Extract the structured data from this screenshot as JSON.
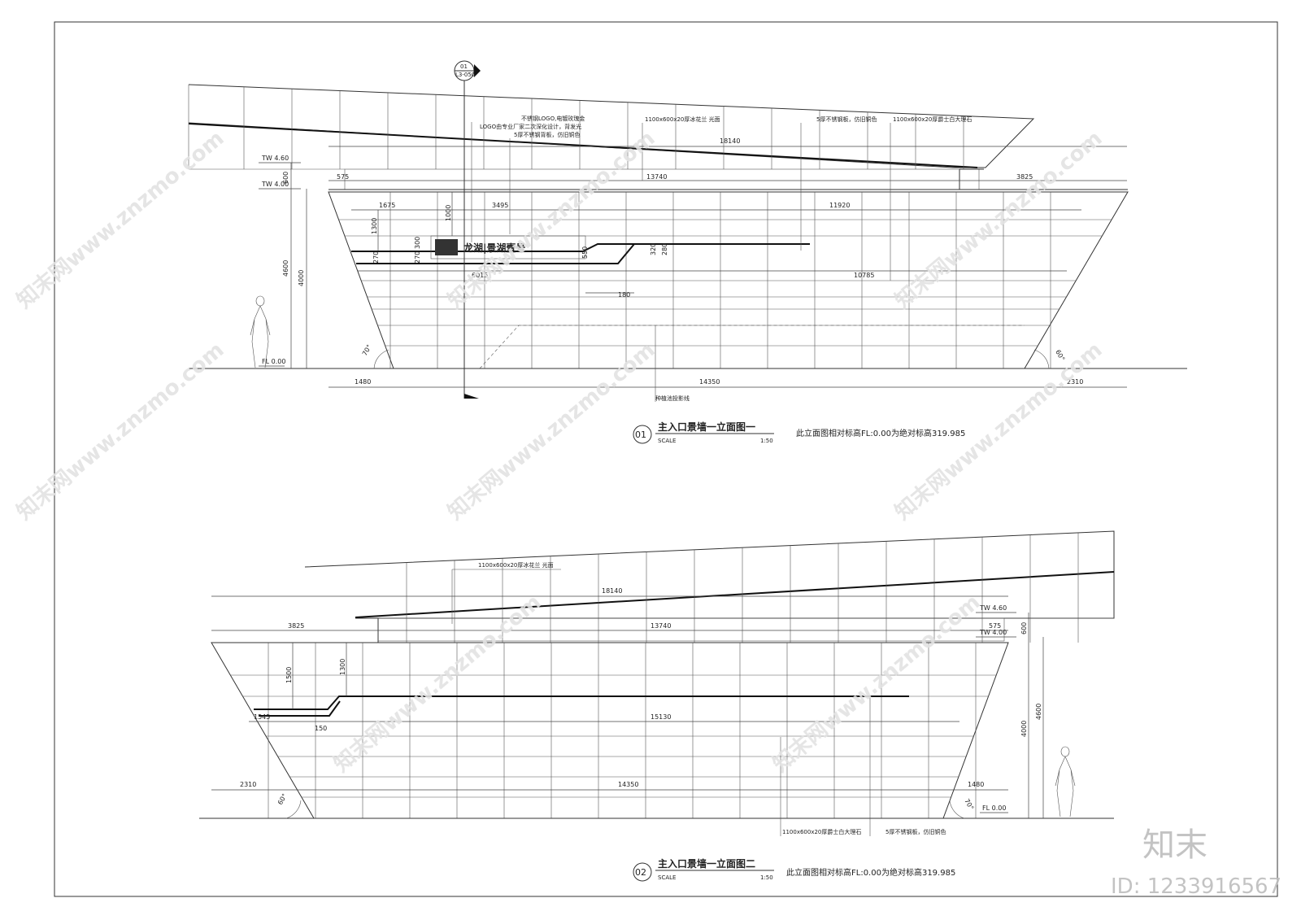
{
  "watermark": {
    "text": "知末网www.znzmo.com",
    "brand": "知末",
    "id_label": "ID: 1233916567"
  },
  "elevation_1": {
    "number": "01",
    "title": "主入口景墙一立面图一",
    "scale_label": "SCALE",
    "scale_value": "1:50",
    "remark": "此立面图相对标高FL:0.00为绝对标高319.985",
    "section_tag": {
      "top": "01",
      "bottom": "L3-050"
    },
    "logo_text": "龙湖|景湖壹号",
    "levels": [
      "TW 4.60",
      "TW 4.00",
      "FL 0.00"
    ],
    "notes": [
      "不锈钢LOGO,电镀玫瑰金",
      "LOGO由专业厂家二次深化设计，背发光",
      "5厚不锈钢背板，仿旧铜色",
      "1100x600x20厚冰花兰 光面",
      "5厚不锈钢板，仿旧铜色",
      "1100x600x20厚爵士白大理石",
      "种植池投影线"
    ],
    "dims": {
      "top_total": "18140",
      "cap": "13740",
      "left_cap": "575",
      "right_cap": "3825",
      "d1675": "1675",
      "d3495": "3495",
      "d11920": "11920",
      "d1300": "1300",
      "d1000": "1000",
      "d270a": "270",
      "d270b": "270",
      "d300": "300",
      "d550": "550",
      "d320": "320",
      "d280": "280",
      "d6015": "6015",
      "d10785": "10785",
      "d180": "180",
      "h600": "600",
      "h4600": "4600",
      "h4000": "4000",
      "bottom_left": "1480",
      "bottom_mid": "14350",
      "bottom_right": "2310",
      "angle_left": "70°",
      "angle_right": "60°"
    }
  },
  "elevation_2": {
    "number": "02",
    "title": "主入口景墙一立面图二",
    "scale_label": "SCALE",
    "scale_value": "1:50",
    "remark": "此立面图相对标高FL:0.00为绝对标高319.985",
    "levels": [
      "TW 4.60",
      "TW 4.00",
      "FL 0.00"
    ],
    "notes": [
      "1100x600x20厚冰花兰 光面",
      "1100x600x20厚爵士白大理石",
      "5厚不锈钢板，仿旧铜色"
    ],
    "dims": {
      "top_total": "18140",
      "cap": "13740",
      "left_cap": "3825",
      "right_cap": "575",
      "d1500": "1500",
      "d1300": "1300",
      "d1545": "1545",
      "d150": "150",
      "d15130": "15130",
      "bottom_left": "2310",
      "bottom_mid": "14350",
      "bottom_right": "1480",
      "h600": "600",
      "h4600": "4600",
      "h4000": "4000",
      "angle_left": "60°",
      "angle_right": "70°"
    }
  }
}
